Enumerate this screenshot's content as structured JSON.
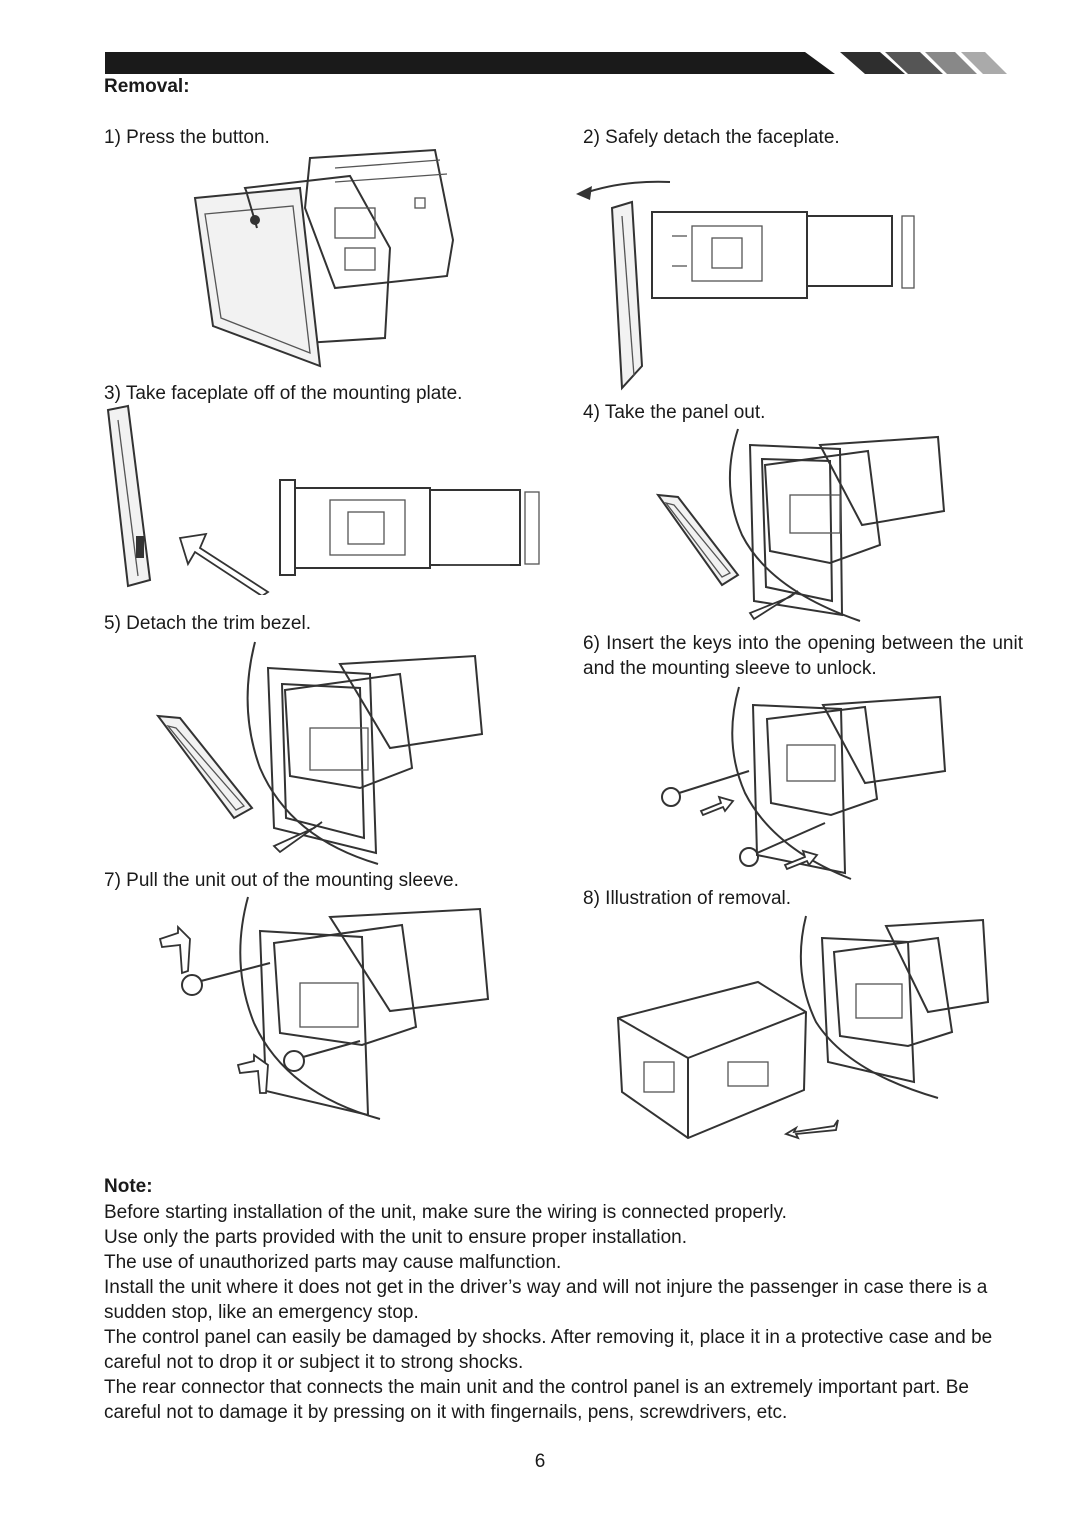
{
  "header": {
    "bar_color": "#1a1a1a"
  },
  "title": "Removal:",
  "steps": [
    {
      "text": "1) Press the button."
    },
    {
      "text": "2) Safely detach the faceplate."
    },
    {
      "text": "3) Take faceplate off of the mounting plate."
    },
    {
      "text": "4) Take the panel out."
    },
    {
      "text": "5) Detach the trim bezel."
    },
    {
      "text": "6) Insert the keys into the opening between the unit and the mounting sleeve to unlock."
    },
    {
      "text": "7) Pull the unit out of the mounting sleeve."
    },
    {
      "text": "8) Illustration of removal."
    }
  ],
  "note": {
    "title": "Note:",
    "lines": [
      "Before starting installation of the unit, make sure the wiring is connected properly.",
      "Use only the parts provided with the unit to ensure proper installation.",
      "The use of unauthorized parts may cause malfunction.",
      "Install the unit where it does not get in the driver’s way and will not injure the passenger in case there is a sudden stop, like an emergency stop.",
      "The control panel can easily be damaged by shocks. After removing it, place it in a protective case and be careful not to drop it or subject it to strong shocks.",
      "The rear connector that connects the main unit and the control panel is an extremely important part. Be careful not to damage it by pressing on it with fingernails, pens, screwdrivers, etc."
    ]
  },
  "page_number": "6"
}
